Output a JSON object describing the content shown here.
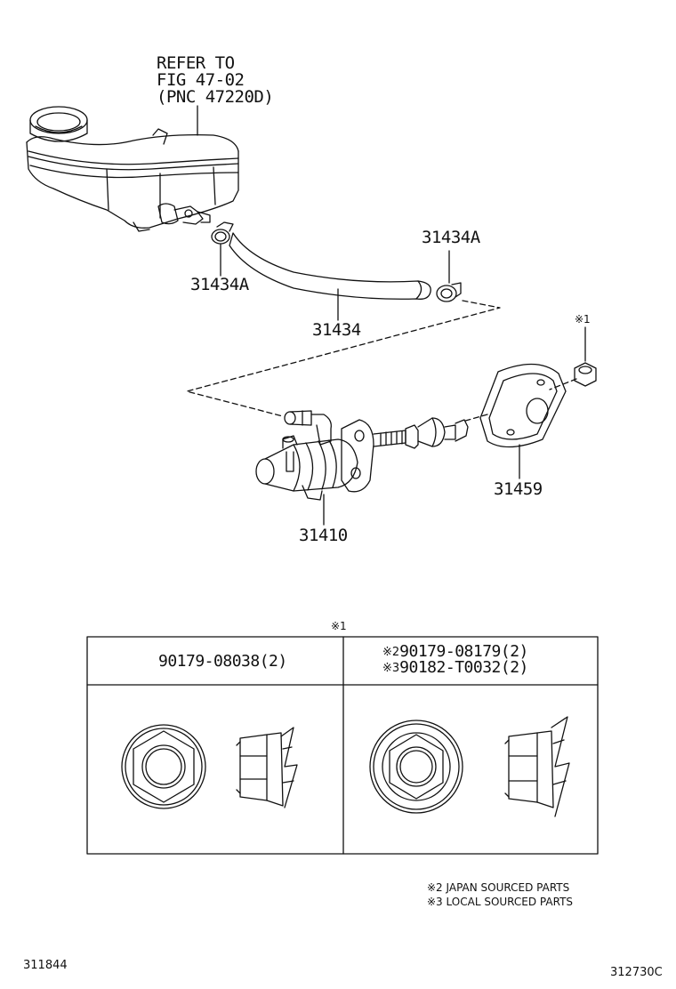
{
  "refer": {
    "line1": "REFER TO",
    "line2": "FIG 47-02",
    "line3": "(PNC 47220D)"
  },
  "parts": {
    "clamp_upper": "31434A",
    "clamp_lower": "31434A",
    "hose": "31434",
    "note_marker": "※1",
    "gasket": "31459",
    "cylinder": "31410"
  },
  "table": {
    "marker": "※1",
    "left_header": "90179-08038(2)",
    "right_header_1": {
      "mark": "※2",
      "part": "90179-08179(2)"
    },
    "right_header_2": {
      "mark": "※3",
      "part": "90182-T0032(2)"
    }
  },
  "notes": [
    {
      "mark": "※2",
      "text": "JAPAN SOURCED PARTS"
    },
    {
      "mark": "※3",
      "text": "LOCAL SOURCED PARTS"
    }
  ],
  "codes": {
    "left": "311844",
    "right": "312730C"
  }
}
